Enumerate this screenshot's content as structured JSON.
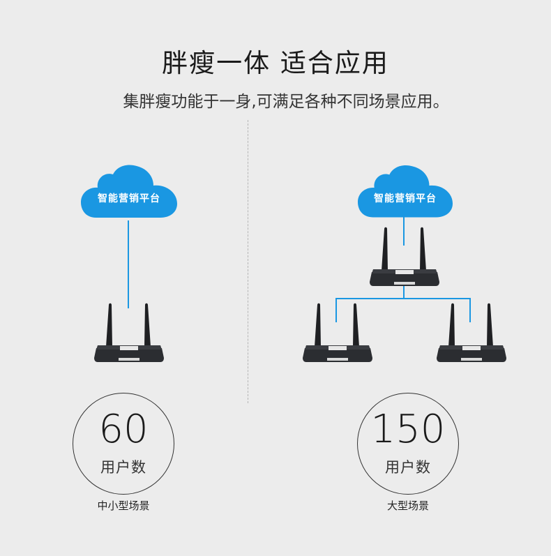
{
  "header": {
    "title": "胖瘦一体 适合应用",
    "subtitle": "集胖瘦功能于一身,可满足各种不同场景应用。"
  },
  "colors": {
    "cloud": "#1a97e2",
    "connector": "#1a97e2",
    "router_body": "#2b2d31"
  },
  "scenarios": [
    {
      "cloud_label": "智能营销平台",
      "stat_value": "60",
      "stat_label": "用户数",
      "caption": "中小型场景"
    },
    {
      "cloud_label": "智能营销平台",
      "stat_value": "150",
      "stat_label": "用户数",
      "caption": "大型场景"
    }
  ]
}
